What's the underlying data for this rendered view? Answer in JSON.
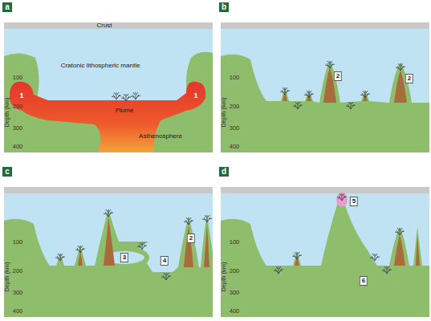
{
  "diagram": {
    "labels": [
      "a",
      "Crust",
      "Cratonic lithospheric mantle",
      "Plume",
      "Asthenosphere",
      "1",
      "1",
      "100",
      "200",
      "300",
      "400",
      "Depth (km)",
      "b",
      "2",
      "2",
      "100",
      "200",
      "300",
      "400",
      "Depth (km)",
      "c",
      "2",
      "3",
      "4",
      "100",
      "200",
      "300",
      "400",
      "Depth (km)",
      "d",
      "5",
      "6",
      "100",
      "200",
      "300",
      "400",
      "Depth (km)"
    ]
  }
}
